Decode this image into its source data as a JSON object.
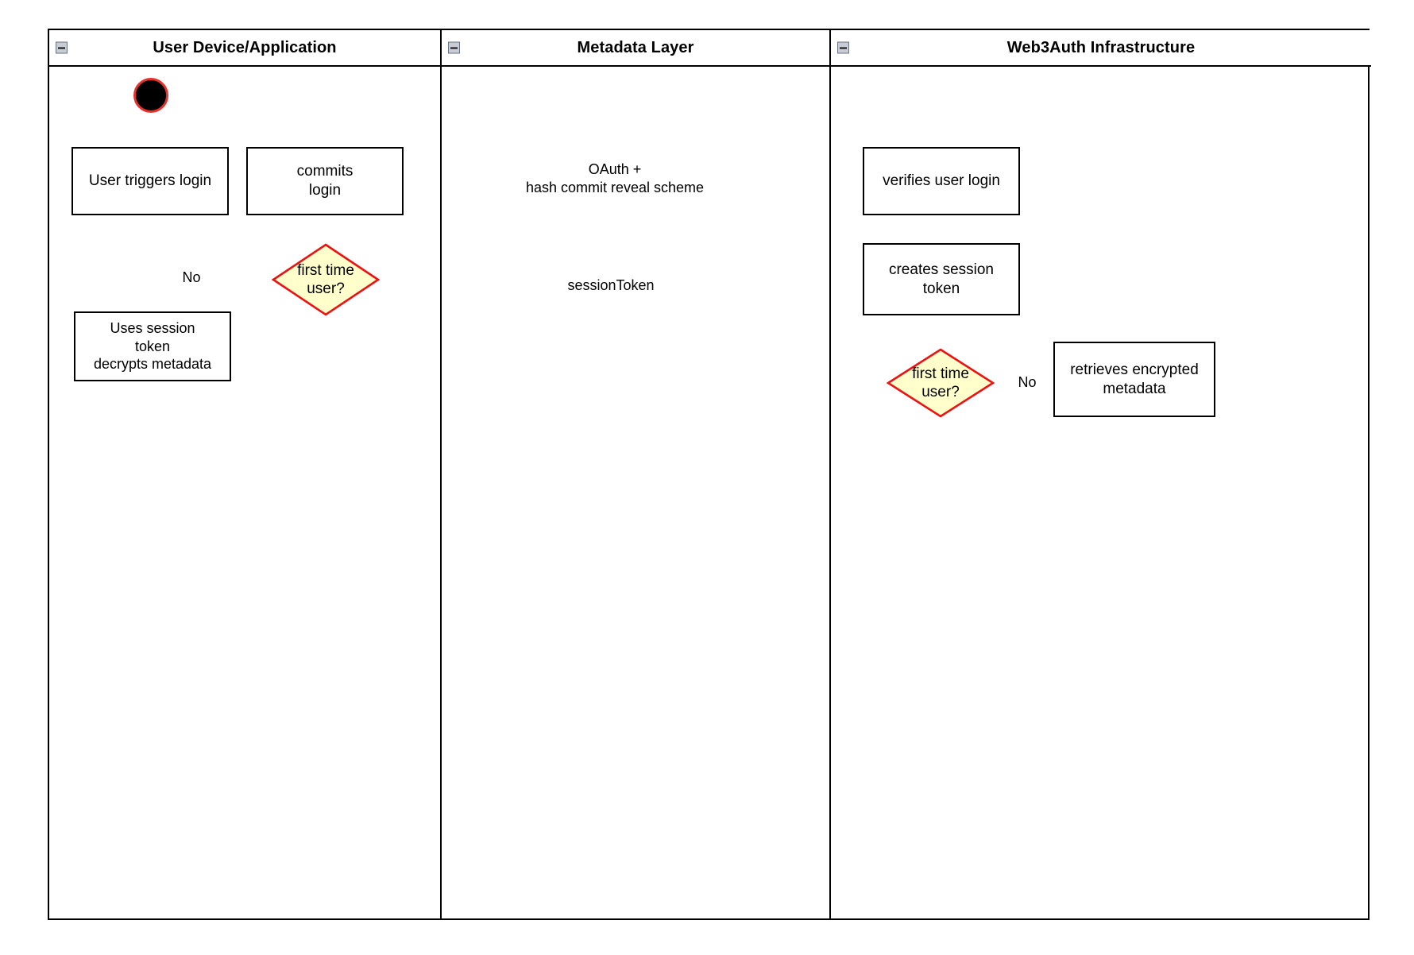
{
  "diagram": {
    "type": "uml-activity-swimlane",
    "colors": {
      "lane_border": "#000000",
      "node_border": "#000000",
      "connector": "#a65450",
      "decision_fill": "#ffffcc",
      "decision_border": "#ee1111",
      "start_node_fill": "#000000",
      "start_node_ring": "#e8312a",
      "canvas": "#ffffff"
    },
    "lanes": [
      {
        "id": "user-device",
        "title": "User Device/Application",
        "collapse_icon": "minus-icon"
      },
      {
        "id": "metadata-layer",
        "title": "Metadata Layer",
        "collapse_icon": "minus-icon"
      },
      {
        "id": "web3auth",
        "title": "Web3Auth Infrastructure",
        "collapse_icon": "minus-icon"
      }
    ],
    "nodes": [
      {
        "id": "start",
        "lane": "user-device",
        "shape": "initial-node",
        "label": ""
      },
      {
        "id": "user-triggers-login",
        "lane": "user-device",
        "shape": "action",
        "label": "User triggers login"
      },
      {
        "id": "commits-login",
        "lane": "user-device",
        "shape": "action",
        "label": "commits\nlogin"
      },
      {
        "id": "first-time-user-client",
        "lane": "user-device",
        "shape": "decision",
        "label": "first time\nuser?"
      },
      {
        "id": "uses-session-token",
        "lane": "user-device",
        "shape": "action",
        "label": "Uses session\ntoken\ndecrypts metadata"
      },
      {
        "id": "verifies-user-login",
        "lane": "web3auth",
        "shape": "action",
        "label": "verifies user login"
      },
      {
        "id": "creates-session-token",
        "lane": "web3auth",
        "shape": "action",
        "label": "creates session\ntoken"
      },
      {
        "id": "first-time-user-server",
        "lane": "web3auth",
        "shape": "decision",
        "label": "first time\nuser?"
      },
      {
        "id": "retrieves-encrypted-metadata",
        "lane": "web3auth",
        "shape": "action",
        "label": "retrieves encrypted\nmetadata"
      }
    ],
    "edge_labels": [
      {
        "id": "oauth-label",
        "text": "OAuth +\nhash commit reveal scheme"
      },
      {
        "id": "session-token-label",
        "text": "sessionToken"
      },
      {
        "id": "no-label-client",
        "text": "No"
      },
      {
        "id": "no-label-server",
        "text": "No"
      }
    ],
    "edges": [
      {
        "from": "start",
        "to": "user-triggers-login",
        "label": ""
      },
      {
        "from": "user-triggers-login",
        "to": "commits-login",
        "label": ""
      },
      {
        "from": "commits-login",
        "to": "first-time-user-client",
        "label": ""
      },
      {
        "from": "commits-login",
        "to": "verifies-user-login",
        "label": "OAuth +\nhash commit reveal scheme"
      },
      {
        "from": "verifies-user-login",
        "to": "creates-session-token",
        "label": ""
      },
      {
        "from": "creates-session-token",
        "to": "first-time-user-client",
        "label": "sessionToken"
      },
      {
        "from": "creates-session-token",
        "to": "first-time-user-server",
        "label": ""
      },
      {
        "from": "first-time-user-server",
        "to": "retrieves-encrypted-metadata",
        "label": "No"
      },
      {
        "from": "first-time-user-client",
        "to": "uses-session-token",
        "label": "No"
      },
      {
        "from": "retrieves-encrypted-metadata",
        "to": "first-time-user-client",
        "label": ""
      }
    ]
  }
}
